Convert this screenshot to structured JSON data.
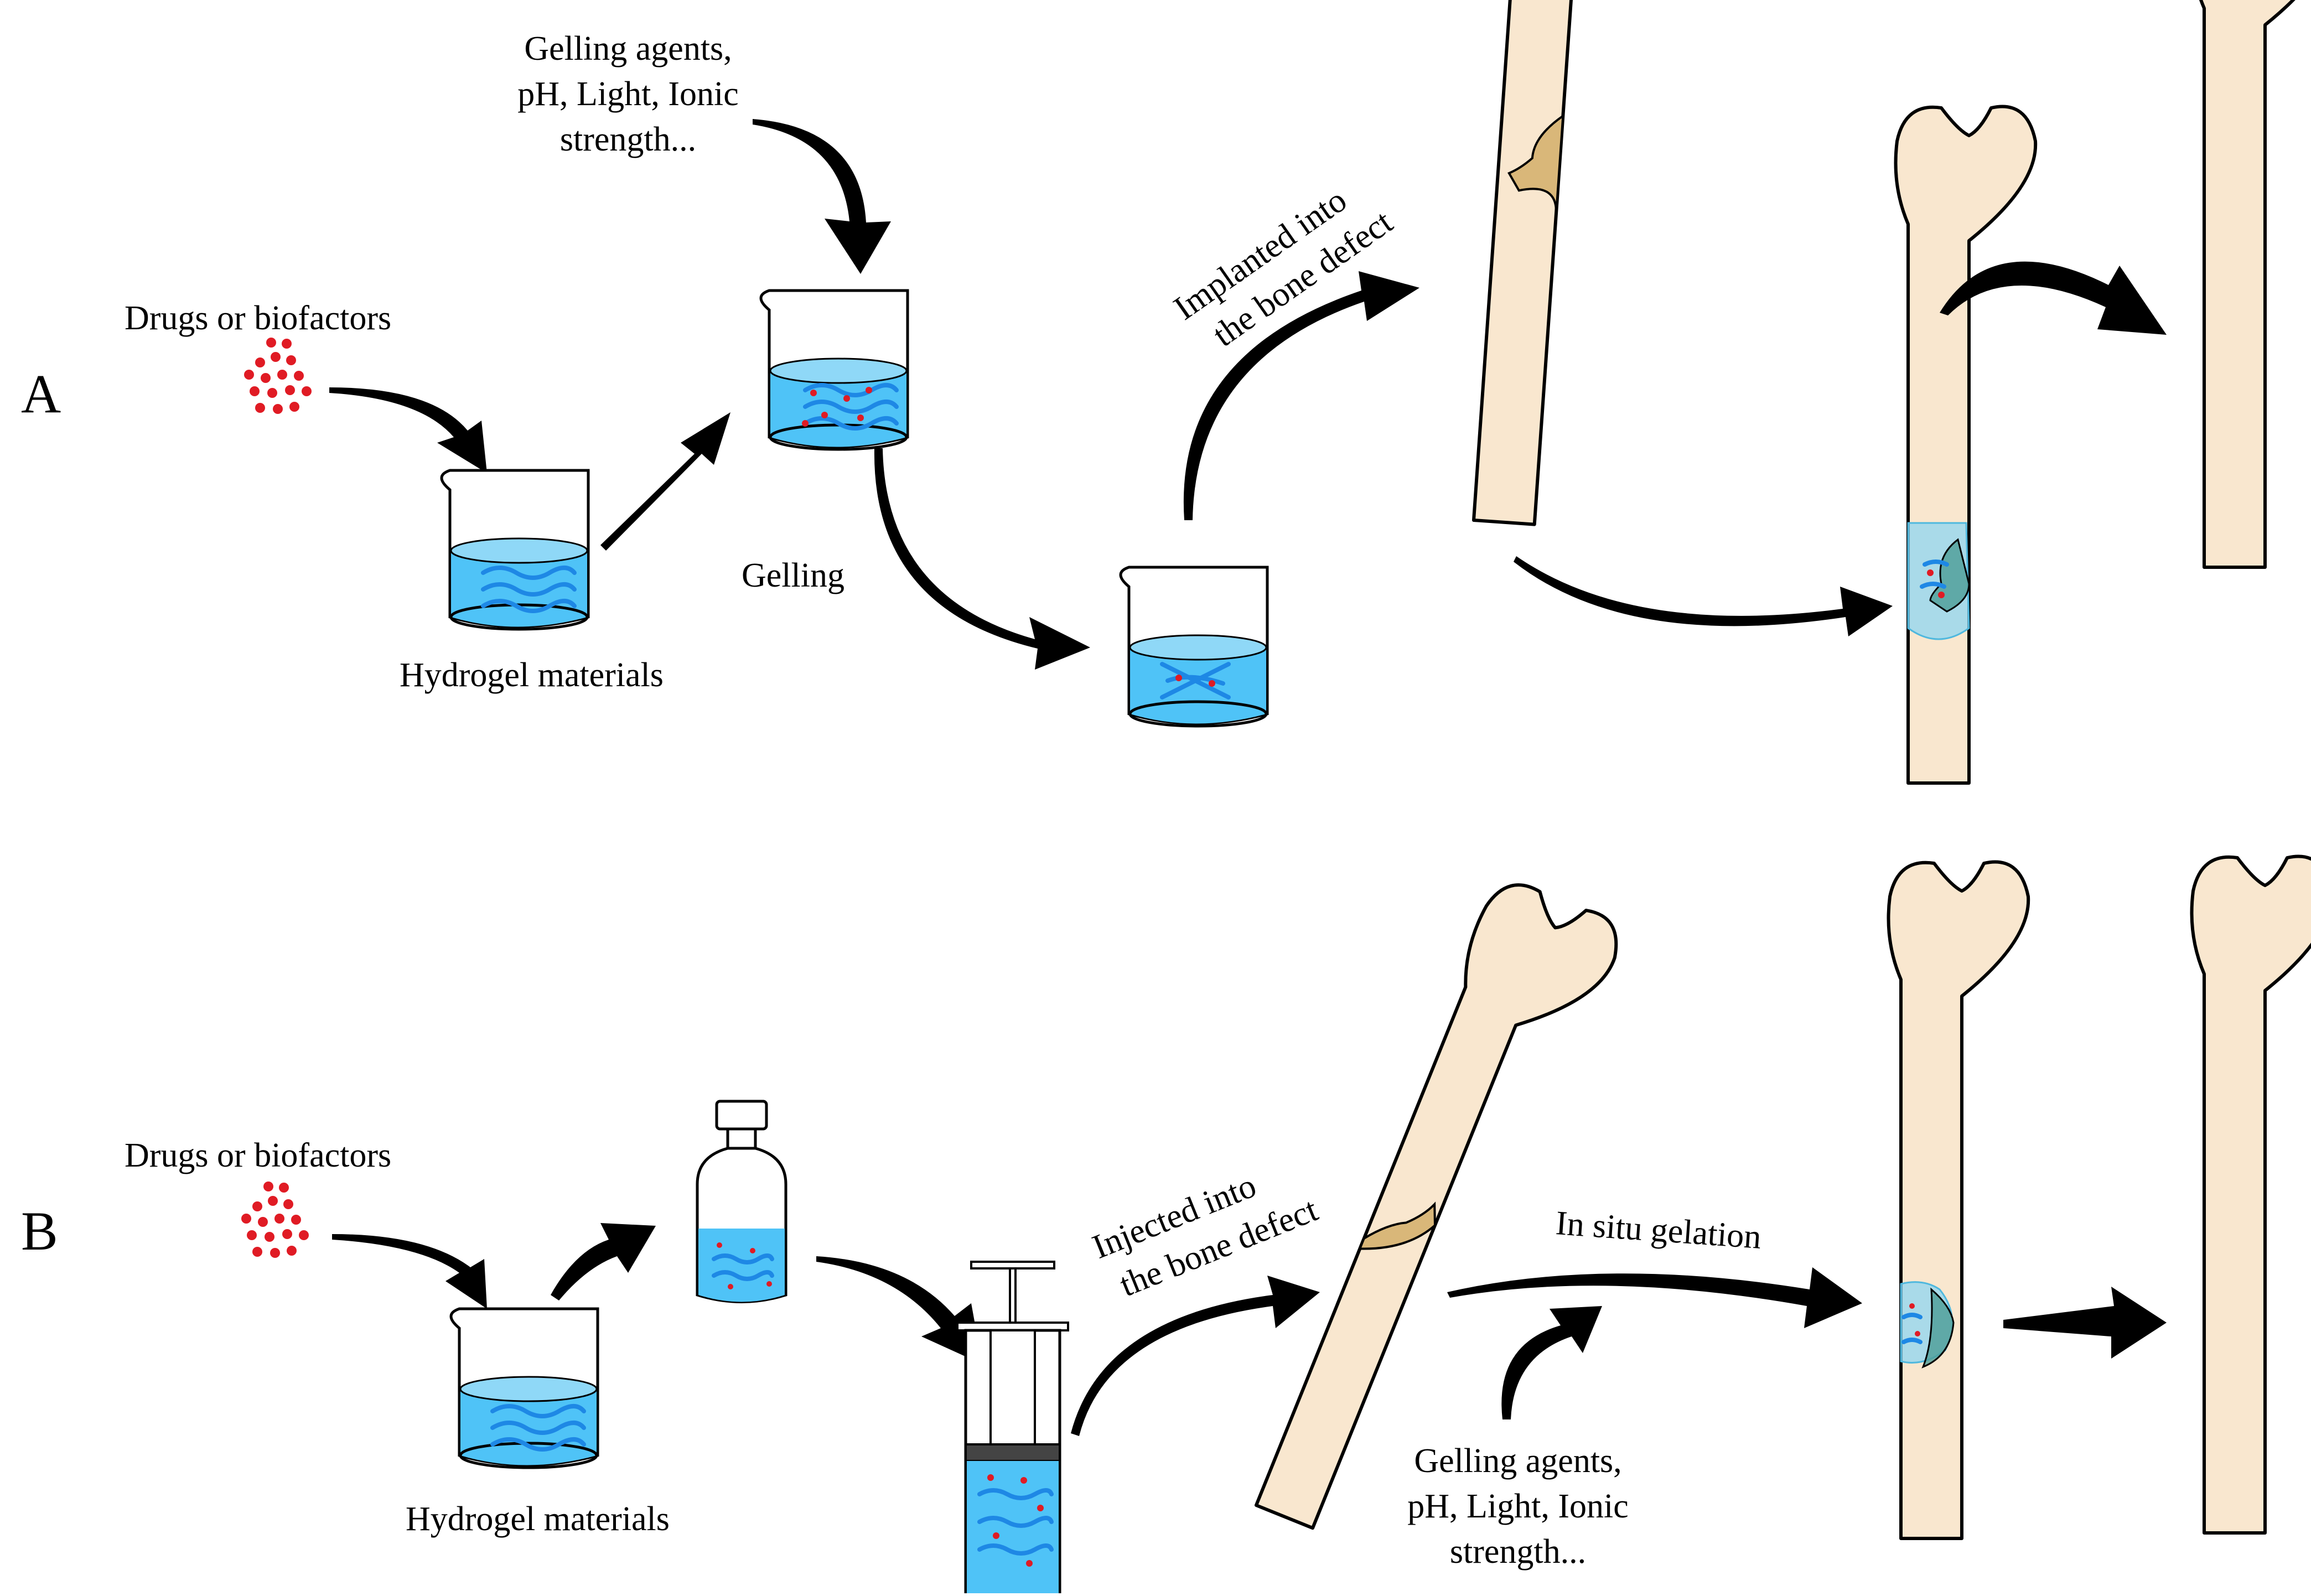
{
  "panels": {
    "a": {
      "letter": "A",
      "drugs_label": "Drugs or biofactors",
      "hydrogel_label": "Hydrogel materials",
      "gelling_agents_lines": [
        "Gelling agents,",
        "pH, Light, Ionic",
        "strength..."
      ],
      "gelling_label": "Gelling",
      "implant_lines": [
        "Implanted into",
        "the bone defect"
      ]
    },
    "b": {
      "letter": "B",
      "drugs_label": "Drugs or biofactors",
      "hydrogel_label": "Hydrogel materials",
      "inject_lines": [
        "Injected into",
        "the bone defect"
      ],
      "in_situ_label": "In situ gelation",
      "gelling_agents_lines": [
        "Gelling agents,",
        "pH, Light, Ionic",
        "strength..."
      ]
    }
  },
  "colors": {
    "hydrogel_blue": "#4fc3f7",
    "polymer_strand": "#1e88e5",
    "drug_dot": "#e01b24",
    "bone": "#f9e7cf",
    "defect": "#d9b779"
  }
}
